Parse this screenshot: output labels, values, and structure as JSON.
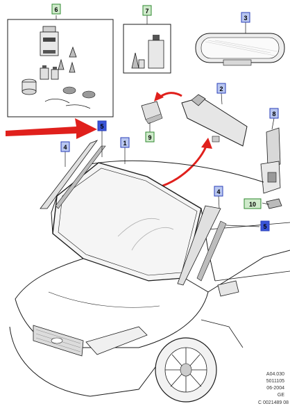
{
  "colors": {
    "callout_blue_fill": "#b9c7f0",
    "callout_blue_stroke": "#2a3fb8",
    "callout_blue_dark_fill": "#3a55d8",
    "callout_green_fill": "#cfeacb",
    "callout_green_stroke": "#2f8a2f",
    "arrow_red": "#e0201c",
    "line": "#1a1a1a"
  },
  "callouts": [
    {
      "id": "c2",
      "label": "2",
      "style": "blue"
    },
    {
      "id": "c3",
      "label": "3",
      "style": "blue"
    },
    {
      "id": "c6",
      "label": "6",
      "style": "green"
    },
    {
      "id": "c7",
      "label": "7",
      "style": "green"
    },
    {
      "id": "c8",
      "label": "8",
      "style": "blue"
    },
    {
      "id": "c9",
      "label": "9",
      "style": "green"
    },
    {
      "id": "c1",
      "label": "1",
      "style": "blue"
    },
    {
      "id": "c4a",
      "label": "4",
      "style": "blue"
    },
    {
      "id": "c4b",
      "label": "4",
      "style": "blue"
    },
    {
      "id": "c5a",
      "label": "5",
      "style": "blue-dark"
    },
    {
      "id": "c5b",
      "label": "5",
      "style": "blue-dark"
    },
    {
      "id": "c10",
      "label": "10",
      "style": "green"
    }
  ],
  "reference": {
    "line1": "A04.030",
    "line2": "5011105",
    "line3": "06-2004",
    "line4": "GE",
    "line5": "C 0021489 08"
  }
}
